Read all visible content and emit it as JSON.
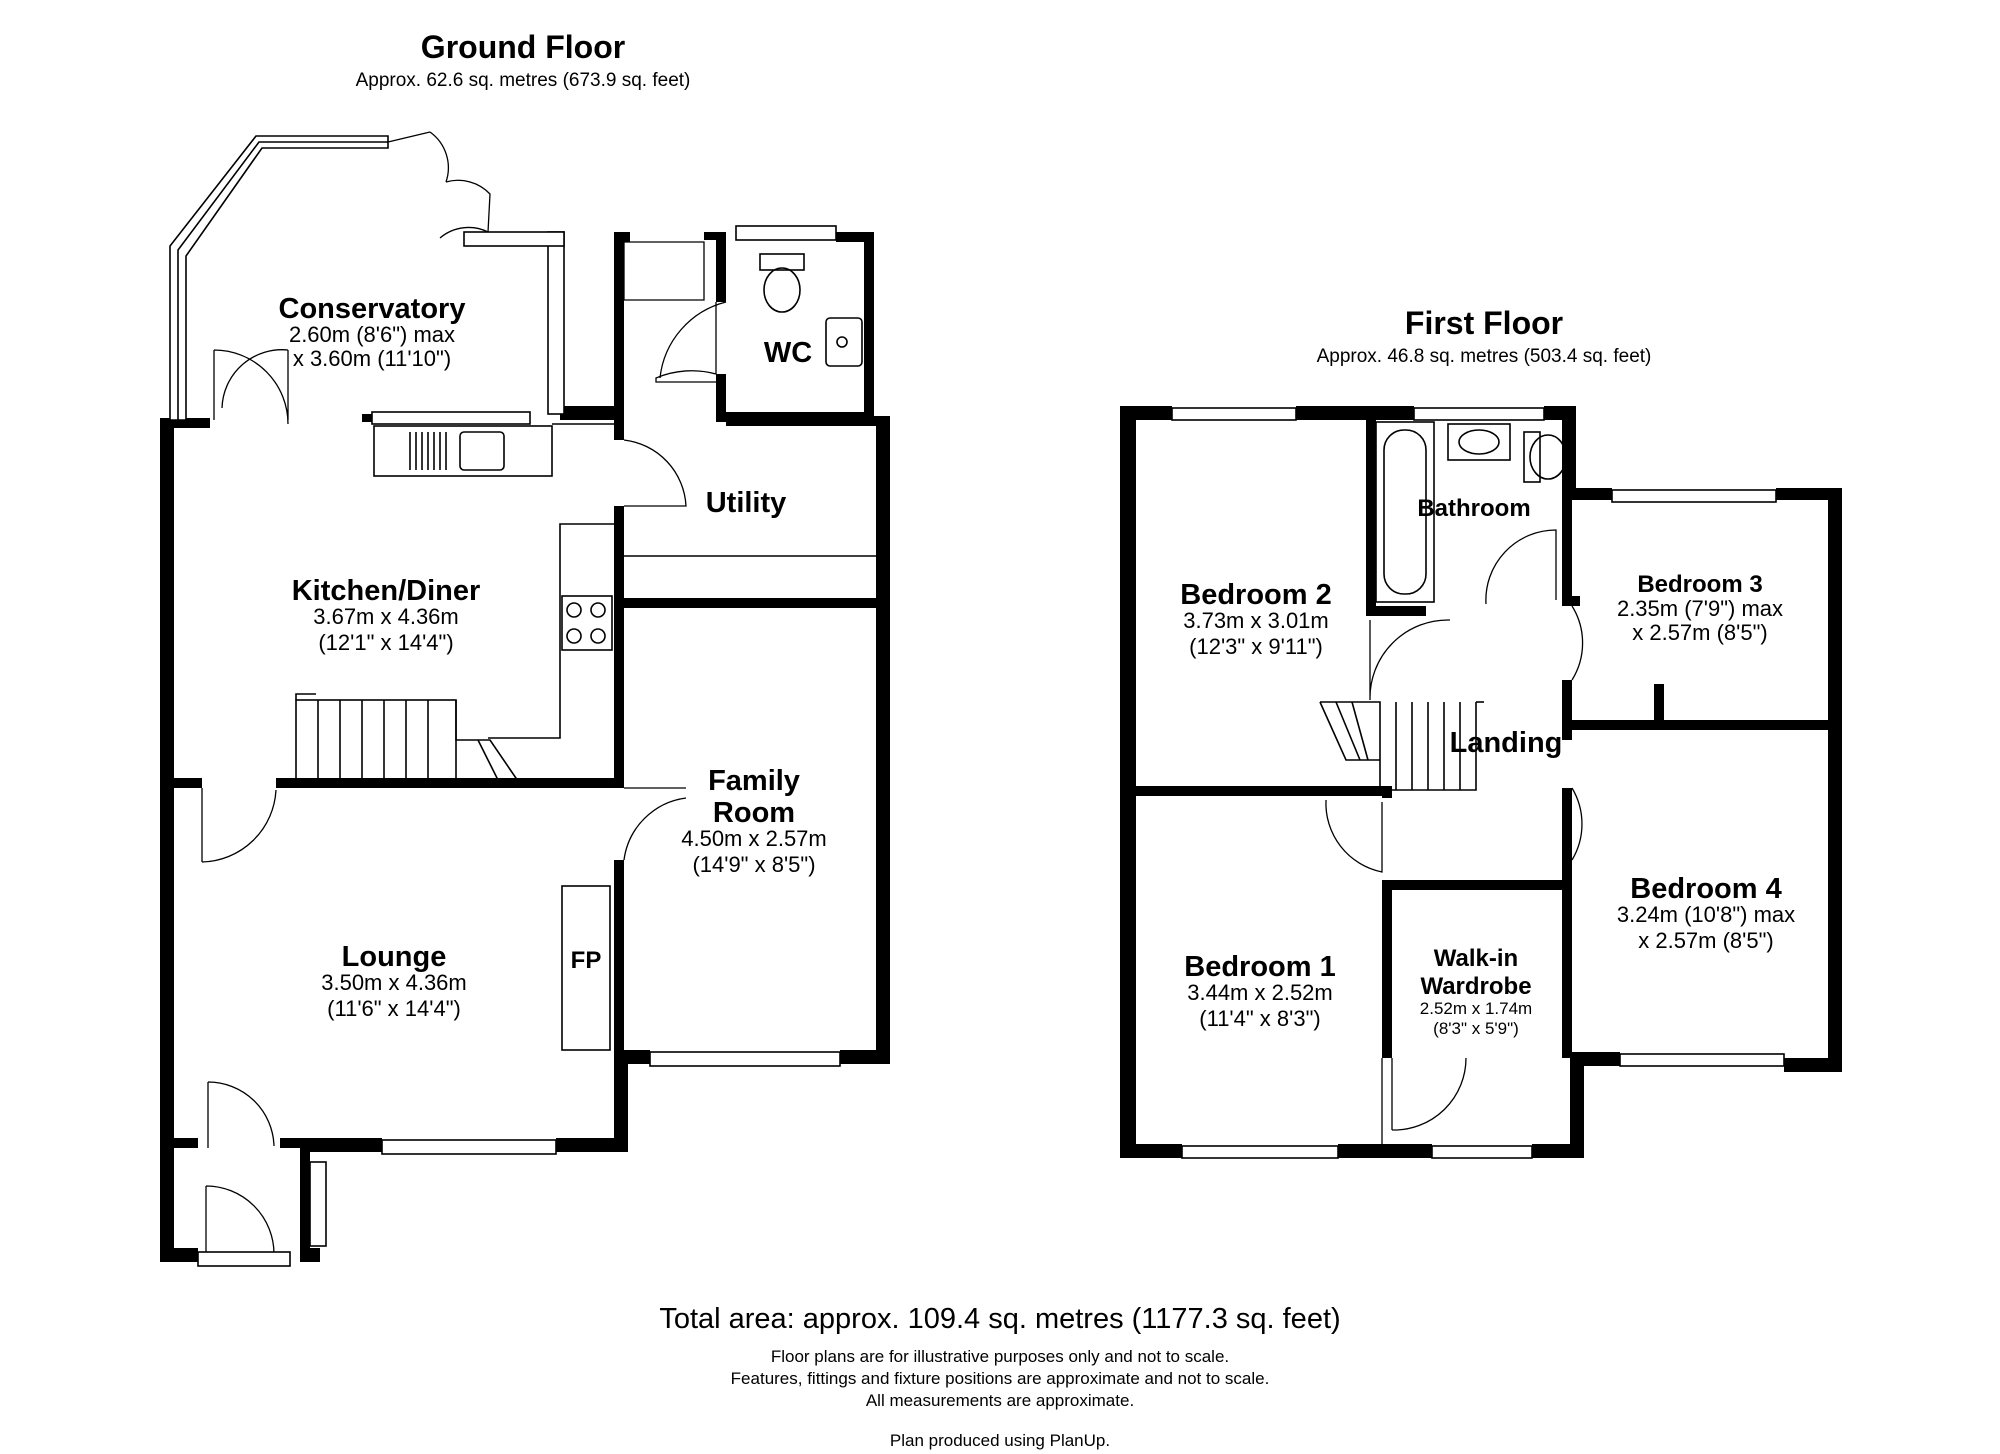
{
  "ground_floor": {
    "title": "Ground Floor",
    "area": "Approx. 62.6 sq. metres (673.9 sq. feet)",
    "rooms": {
      "conservatory": {
        "name": "Conservatory",
        "dim1": "2.60m (8'6\") max",
        "dim2": "x 3.60m (11'10\")"
      },
      "wc": {
        "name": "WC"
      },
      "utility": {
        "name": "Utility"
      },
      "kitchen": {
        "name": "Kitchen/Diner",
        "dim1": "3.67m x 4.36m",
        "dim2": "(12'1\" x 14'4\")"
      },
      "family": {
        "name1": "Family",
        "name2": "Room",
        "dim1": "4.50m x 2.57m",
        "dim2": "(14'9\" x 8'5\")"
      },
      "lounge": {
        "name": "Lounge",
        "dim1": "3.50m x 4.36m",
        "dim2": "(11'6\" x 14'4\")"
      },
      "fireplace": {
        "label": "FP"
      }
    }
  },
  "first_floor": {
    "title": "First Floor",
    "area": "Approx. 46.8 sq. metres (503.4 sq. feet)",
    "rooms": {
      "bedroom2": {
        "name": "Bedroom 2",
        "dim1": "3.73m x 3.01m",
        "dim2": "(12'3\" x 9'11\")"
      },
      "bathroom": {
        "name": "Bathroom"
      },
      "bedroom3": {
        "name": "Bedroom 3",
        "dim1": "2.35m (7'9\") max",
        "dim2": "x 2.57m (8'5\")"
      },
      "landing": {
        "name": "Landing"
      },
      "bedroom1": {
        "name": "Bedroom 1",
        "dim1": "3.44m x 2.52m",
        "dim2": "(11'4\" x 8'3\")"
      },
      "wardrobe": {
        "name1": "Walk-in",
        "name2": "Wardrobe",
        "dim1": "2.52m x 1.74m",
        "dim2": "(8'3\" x 5'9\")"
      },
      "bedroom4": {
        "name": "Bedroom 4",
        "dim1": "3.24m (10'8\") max",
        "dim2": "x 2.57m (8'5\")"
      }
    }
  },
  "footer": {
    "total": "Total area: approx. 109.4 sq. metres (1177.3 sq. feet)",
    "note1": "Floor plans are for illustrative purposes only and not to scale.",
    "note2": "Features, fittings and fixture positions are approximate and not to scale.",
    "note3": "All measurements are approximate.",
    "credit": "Plan produced using PlanUp."
  },
  "colors": {
    "wall": "#000000",
    "background": "#ffffff"
  }
}
